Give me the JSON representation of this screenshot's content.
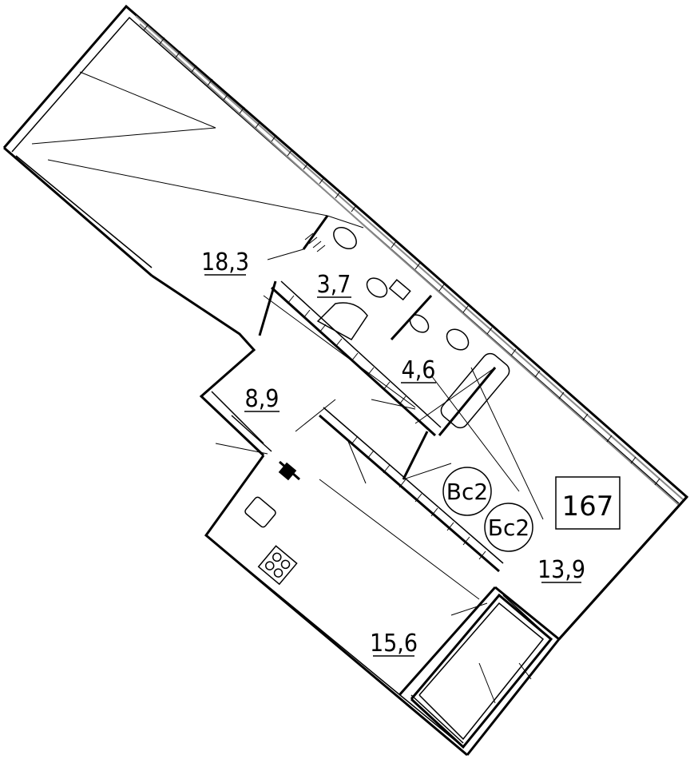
{
  "plan": {
    "unit_number": "167",
    "rooms": [
      {
        "id": "room-1",
        "area": "18,3"
      },
      {
        "id": "room-2",
        "area": "3,7"
      },
      {
        "id": "room-3",
        "area": "4,6"
      },
      {
        "id": "room-4",
        "area": "8,9"
      },
      {
        "id": "room-5",
        "area": "13,9"
      },
      {
        "id": "room-6",
        "area": "15,6"
      }
    ],
    "markers": [
      {
        "id": "marker-1",
        "text": "Вс2"
      },
      {
        "id": "marker-2",
        "text": "Бс2"
      }
    ]
  },
  "colors": {
    "line": "#000000",
    "rail": "#888888",
    "background": "#ffffff"
  }
}
